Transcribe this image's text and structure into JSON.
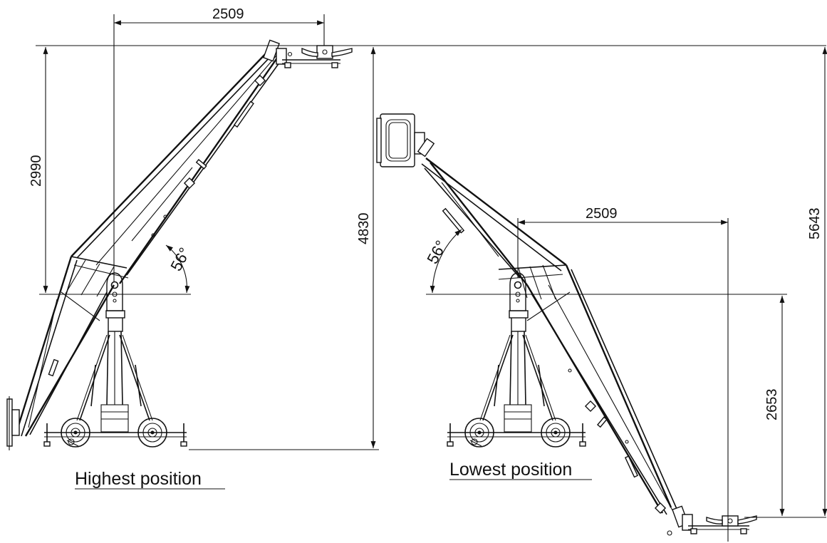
{
  "dimensions": {
    "top_reach": "2509",
    "upper_height": "2990",
    "high_total": "4830",
    "low_reach": "2509",
    "total_height": "5643",
    "low_depth": "2653"
  },
  "angles": {
    "high": "56°",
    "low": "56°"
  },
  "captions": {
    "high": "Highest position",
    "low": "Lowest position"
  },
  "colors": {
    "line": "#111111",
    "background": "#ffffff"
  }
}
